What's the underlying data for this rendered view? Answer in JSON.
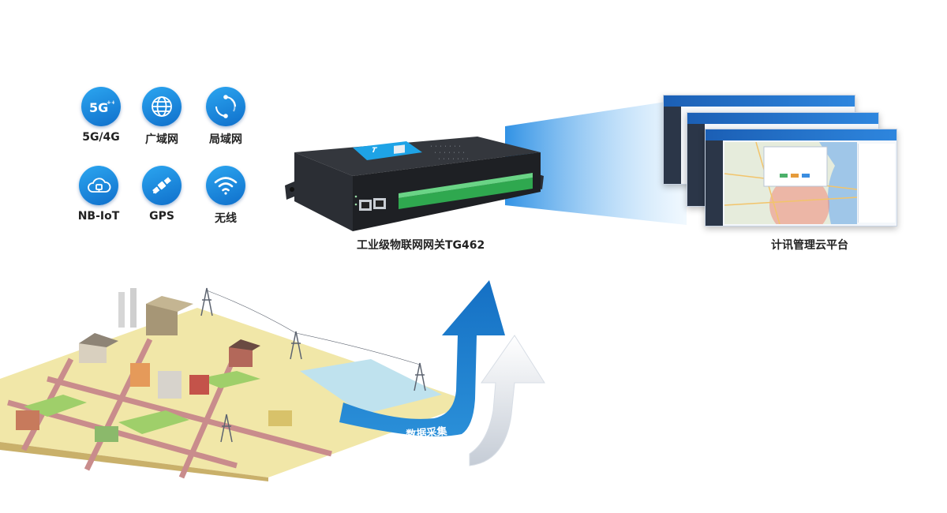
{
  "features": [
    {
      "label": "5G/4G",
      "icon": "5g-icon"
    },
    {
      "label": "广域网",
      "icon": "globe-icon"
    },
    {
      "label": "局域网",
      "icon": "refresh-ring-icon"
    },
    {
      "label": "NB-IoT",
      "icon": "cloud-network-icon"
    },
    {
      "label": "GPS",
      "icon": "satellite-icon"
    },
    {
      "label": "无线",
      "icon": "wifi-icon"
    }
  ],
  "device": {
    "caption": "工业级物联网网关TG462"
  },
  "platform": {
    "caption": "计讯管理云平台"
  },
  "arrow": {
    "text": "数据采集"
  },
  "colors": {
    "accent": "#1a8fe0",
    "arrow_blue": "#1f86d6",
    "arrow_white": "#eef2f6"
  }
}
